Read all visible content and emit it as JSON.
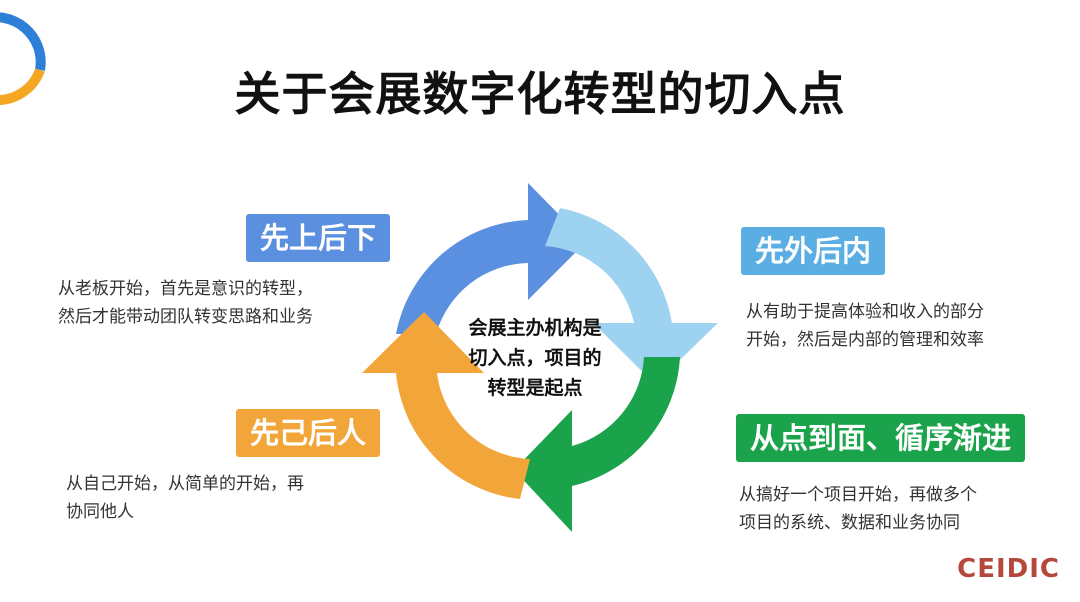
{
  "title": "关于会展数字化转型的切入点",
  "center": {
    "line1": "会展主办机构是",
    "line2": "切入点，项目的",
    "line3": "转型是起点"
  },
  "quadrants": {
    "top_left": {
      "tag": "先上后下",
      "line1": "从老板开始，首先是意识的转型，",
      "line2": "然后才能带动团队转变思路和业务"
    },
    "top_right": {
      "tag": "先外后内",
      "line1": "从有助于提高体验和收入的部分",
      "line2": "开始，然后是内部的管理和效率"
    },
    "bottom_left": {
      "tag": "先己后人",
      "line1": "从自己开始，从简单的开始，再",
      "line2": "协同他人"
    },
    "bottom_right": {
      "tag": "从点到面、循序渐进",
      "line1": "从搞好一个项目开始，再做多个",
      "line2": "项目的系统、数据和业务协同"
    }
  },
  "brand": "CEIDIC",
  "colors": {
    "blue": "#5b8fdf",
    "light_blue": "#9dd3f0",
    "green": "#1aa34a",
    "orange": "#f2a63a",
    "brand": "#b4483c"
  }
}
